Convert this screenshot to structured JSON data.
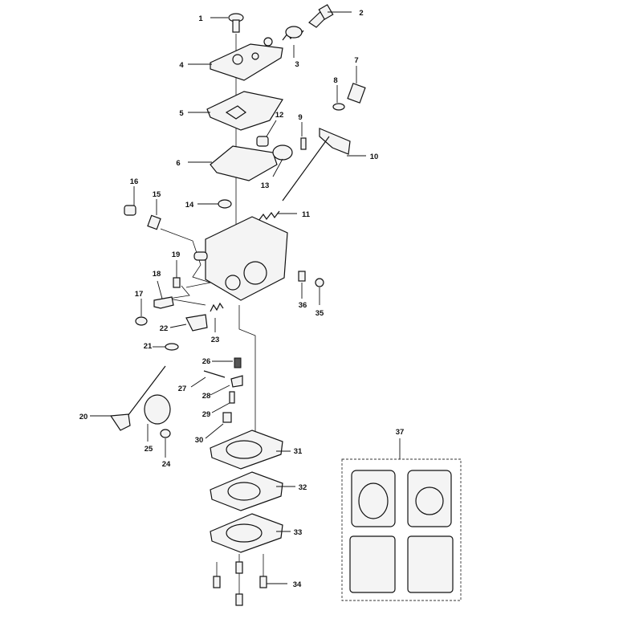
{
  "diagram": {
    "callouts": [
      {
        "id": 1,
        "label": "1"
      },
      {
        "id": 2,
        "label": "2"
      },
      {
        "id": 3,
        "label": "3"
      },
      {
        "id": 4,
        "label": "4"
      },
      {
        "id": 5,
        "label": "5"
      },
      {
        "id": 6,
        "label": "6"
      },
      {
        "id": 7,
        "label": "7"
      },
      {
        "id": 8,
        "label": "8"
      },
      {
        "id": 9,
        "label": "9"
      },
      {
        "id": 10,
        "label": "10"
      },
      {
        "id": 11,
        "label": "11"
      },
      {
        "id": 12,
        "label": "12"
      },
      {
        "id": 13,
        "label": "13"
      },
      {
        "id": 14,
        "label": "14"
      },
      {
        "id": 15,
        "label": "15"
      },
      {
        "id": 16,
        "label": "16"
      },
      {
        "id": 17,
        "label": "17"
      },
      {
        "id": 18,
        "label": "18"
      },
      {
        "id": 19,
        "label": "19"
      },
      {
        "id": 20,
        "label": "20"
      },
      {
        "id": 21,
        "label": "21"
      },
      {
        "id": 22,
        "label": "22"
      },
      {
        "id": 23,
        "label": "23"
      },
      {
        "id": 24,
        "label": "24"
      },
      {
        "id": 25,
        "label": "25"
      },
      {
        "id": 26,
        "label": "26"
      },
      {
        "id": 27,
        "label": "27"
      },
      {
        "id": 28,
        "label": "28"
      },
      {
        "id": 29,
        "label": "29"
      },
      {
        "id": 30,
        "label": "30"
      },
      {
        "id": 31,
        "label": "31"
      },
      {
        "id": 32,
        "label": "32"
      },
      {
        "id": 33,
        "label": "33"
      },
      {
        "id": 34,
        "label": "34"
      },
      {
        "id": 35,
        "label": "35"
      },
      {
        "id": 36,
        "label": "36"
      },
      {
        "id": 37,
        "label": "37"
      }
    ]
  }
}
